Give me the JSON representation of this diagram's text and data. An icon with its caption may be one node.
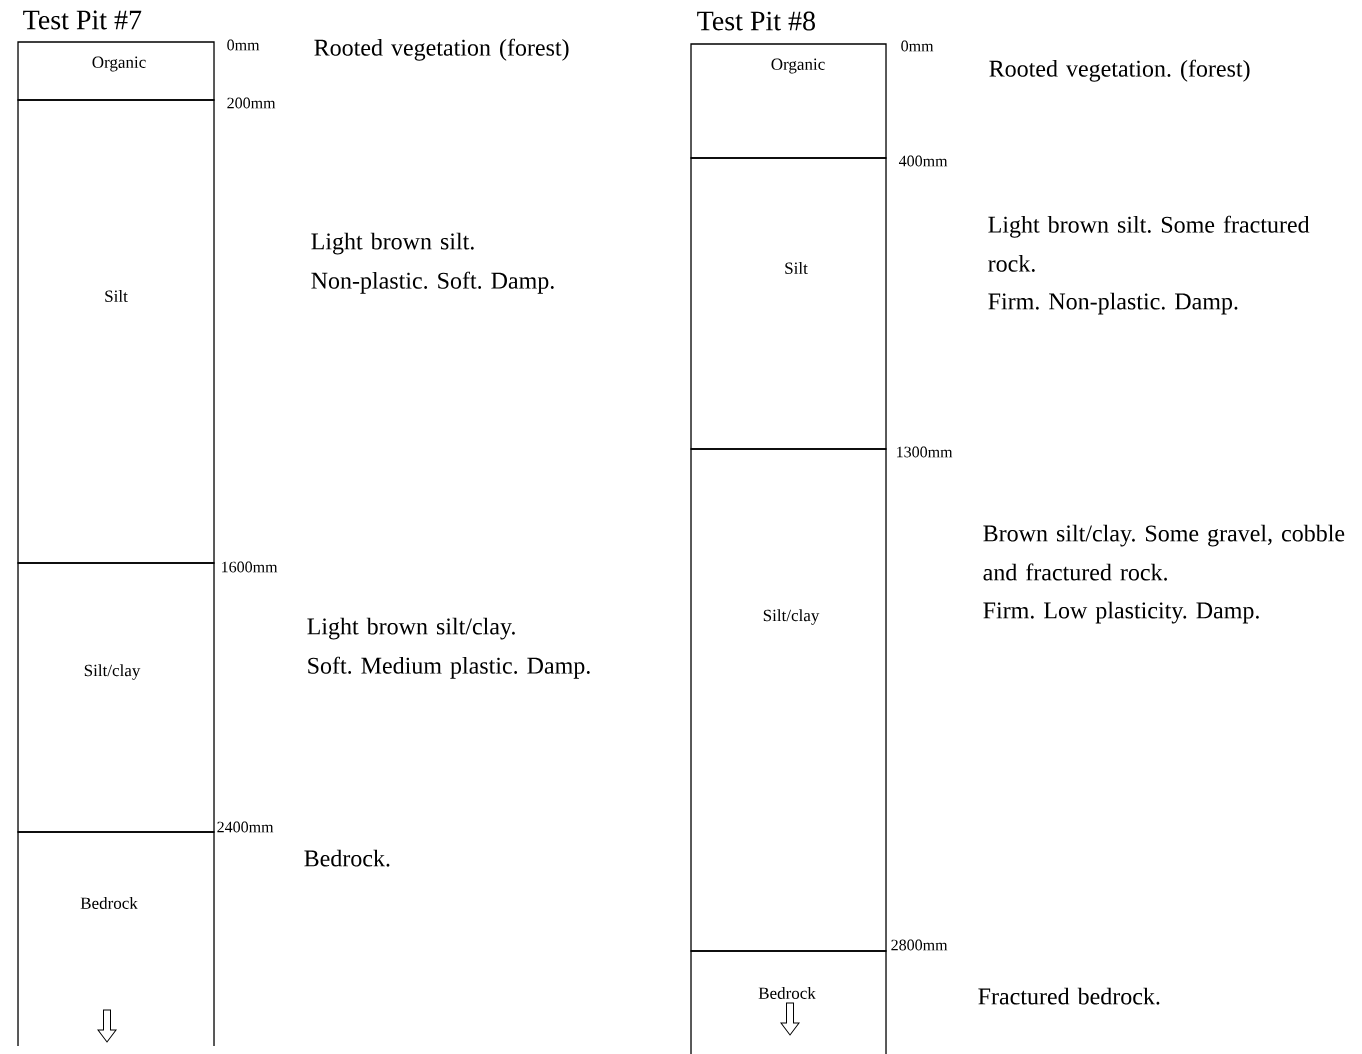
{
  "diagram": {
    "nodes": [
      {
        "text": [
          "Organic"
        ]
      },
      {
        "text": [
          "Silt"
        ]
      },
      {
        "text": [
          "Silt/clay"
        ]
      },
      {
        "text": [
          "Bedrock"
        ]
      },
      {
        "text": [
          "Organic"
        ]
      },
      {
        "text": [
          "Silt"
        ]
      },
      {
        "text": [
          "Silt/clay"
        ]
      },
      {
        "text": [
          "Bedrock"
        ]
      }
    ],
    "labels": [
      "Test Pit #7",
      "0mm",
      "Rooted vegetation (forest)",
      "200mm",
      "Light brown silt.",
      "Non-plastic. Soft. Damp.",
      "1600mm",
      "Light brown silt/clay.",
      "Soft. Medium plastic. Damp.",
      "2400mm",
      "Bedrock.",
      "Test Pit #8",
      "0mm",
      "Rooted vegetation. (forest)",
      "400mm",
      "Light brown silt. Some fractured rock.",
      "Firm. Non-plastic. Damp.",
      "1300mm",
      "Brown silt/clay. Some gravel, cobble and fractured rock.",
      "Firm. Low plasticity. Damp.",
      "2800mm",
      "Fractured bedrock."
    ]
  }
}
